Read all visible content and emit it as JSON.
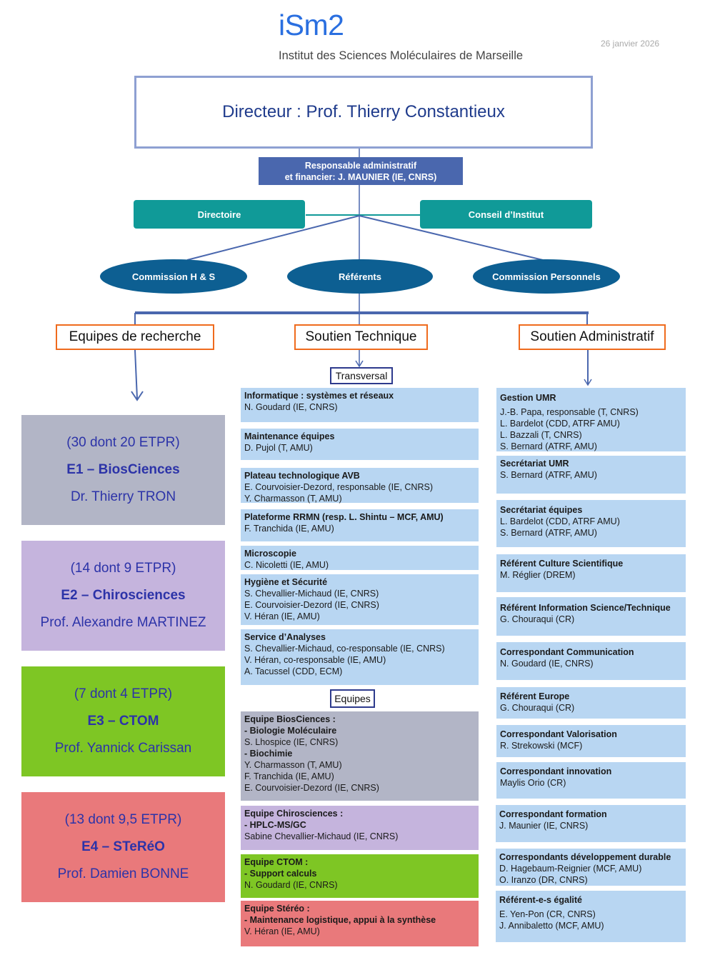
{
  "header": {
    "logo": "iSm2",
    "subtitle": "Institut des Sciences Moléculaires de Marseille",
    "date": "26 janvier 2026"
  },
  "director": {
    "label": "Directeur : Prof. Thierry Constantieux"
  },
  "admin_financial": {
    "line1": "Responsable administratif",
    "line2": "et financier: J. MAUNIER (IE, CNRS)"
  },
  "councils": {
    "directoire": "Directoire",
    "conseil": "Conseil d’Institut"
  },
  "commissions": {
    "hs": "Commission H & S",
    "referents": "Référents",
    "personnels": "Commission Personnels"
  },
  "branches": {
    "research": "Equipes de recherche",
    "technical": "Soutien Technique",
    "administrative": "Soutien Administratif"
  },
  "colors": {
    "e1": "#b2b5c6",
    "e2": "#c5b4dd",
    "e3": "#7ec624",
    "e4": "#e9797b",
    "card": "#b8d6f2",
    "accent_orange": "#ef6b1e",
    "teal": "#109a98",
    "navy": "#0d5f92"
  },
  "research_teams": [
    {
      "count": "(30 dont 20 ETPR)",
      "name": "E1 – BiosCiences",
      "lead": "Dr. Thierry TRON"
    },
    {
      "count": "(14 dont 9 ETPR)",
      "name": "E2 – Chirosciences",
      "lead": "Prof. Alexandre MARTINEZ"
    },
    {
      "count": "(7 dont 4 ETPR)",
      "name": "E3 – CTOM",
      "lead": "Prof. Yannick Carissan"
    },
    {
      "count": "(13 dont 9,5 ETPR)",
      "name": "E4 – STeRéO",
      "lead": "Prof. Damien BONNE"
    }
  ],
  "technical": {
    "transversal_label": "Transversal",
    "equipes_label": "Equipes",
    "transversal": [
      {
        "title": "Informatique : systèmes et réseaux",
        "lines": [
          "N. Goudard (IE, CNRS)"
        ]
      },
      {
        "title": "Maintenance équipes",
        "lines": [
          "D. Pujol (T, AMU)"
        ]
      },
      {
        "title": "Plateau technologique AVB",
        "lines": [
          "E. Courvoisier-Dezord, responsable (IE, CNRS)",
          "Y. Charmasson (T, AMU)"
        ]
      },
      {
        "title": "Plateforme RRMN (resp. L. Shintu – MCF, AMU)",
        "lines": [
          "F. Tranchida (IE, AMU)"
        ]
      },
      {
        "title": "Microscopie",
        "lines": [
          "C. Nicoletti (IE, AMU)"
        ]
      },
      {
        "title": "Hygiène et Sécurité",
        "lines": [
          "S. Chevallier-Michaud (IE, CNRS)",
          "E. Courvoisier-Dezord (IE, CNRS)",
          "V. Héran (IE, AMU)"
        ]
      },
      {
        "title": "Service d’Analyses",
        "lines": [
          "S. Chevallier-Michaud, co-responsable (IE, CNRS)",
          "V. Héran, co-responsable (IE, AMU)",
          "A. Tacussel (CDD, ECM)"
        ]
      }
    ],
    "equipes": [
      {
        "title": "Equipe BiosCiences :",
        "sub1": "- Biologie Moléculaire",
        "lines1": [
          "S. Lhospice (IE, CNRS)"
        ],
        "sub2": "- Biochimie",
        "lines2": [
          "Y. Charmasson (T, AMU)",
          "F. Tranchida (IE, AMU)",
          "E. Courvoisier-Dezord (IE, CNRS)"
        ]
      },
      {
        "title": "Equipe Chirosciences :",
        "sub1": "- HPLC-MS/GC",
        "lines1": [
          "Sabine Chevallier-Michaud (IE, CNRS)"
        ]
      },
      {
        "title": "Equipe CTOM :",
        "sub1": "- Support calculs",
        "lines1": [
          "N. Goudard (IE, CNRS)"
        ]
      },
      {
        "title": "Equipe Stéréo :",
        "sub1": "- Maintenance logistique, appui à la synthèse",
        "lines1": [
          "V. Héran (IE, AMU)"
        ]
      }
    ]
  },
  "administrative": [
    {
      "title": "Gestion UMR",
      "lines": [
        "J.-B. Papa, responsable (T, CNRS)",
        "L. Bardelot (CDD, ATRF AMU)",
        "L. Bazzali (T, CNRS)",
        "S. Bernard (ATRF, AMU)"
      ]
    },
    {
      "title": "Secrétariat UMR",
      "lines": [
        "S. Bernard (ATRF, AMU)"
      ]
    },
    {
      "title": "Secrétariat équipes",
      "lines": [
        "L. Bardelot (CDD, ATRF AMU)",
        "S. Bernard (ATRF, AMU)"
      ]
    },
    {
      "title": "Référent Culture Scientifique",
      "lines": [
        "M. Réglier (DREM)"
      ]
    },
    {
      "title": "Référent Information Science/Technique",
      "lines": [
        "G. Chouraqui (CR)"
      ]
    },
    {
      "title": "Correspondant Communication",
      "lines": [
        "N. Goudard (IE, CNRS)"
      ]
    },
    {
      "title": "Référent Europe",
      "lines": [
        "G. Chouraqui (CR)"
      ]
    },
    {
      "title": "Correspondant Valorisation",
      "lines": [
        "R. Strekowski (MCF)"
      ]
    },
    {
      "title": "Correspondant innovation",
      "lines": [
        "Maylis Orio (CR)"
      ]
    },
    {
      "title": "Correspondant formation",
      "lines": [
        "J. Maunier (IE, CNRS)"
      ]
    },
    {
      "title": "Correspondants développement durable",
      "lines": [
        "D. Hagebaum-Reignier (MCF, AMU)",
        "O. Iranzo (DR, CNRS)"
      ]
    },
    {
      "title": "Référent-e-s égalité",
      "lines": [
        "E. Yen-Pon (CR, CNRS)",
        "J. Annibaletto (MCF, AMU)"
      ]
    }
  ]
}
